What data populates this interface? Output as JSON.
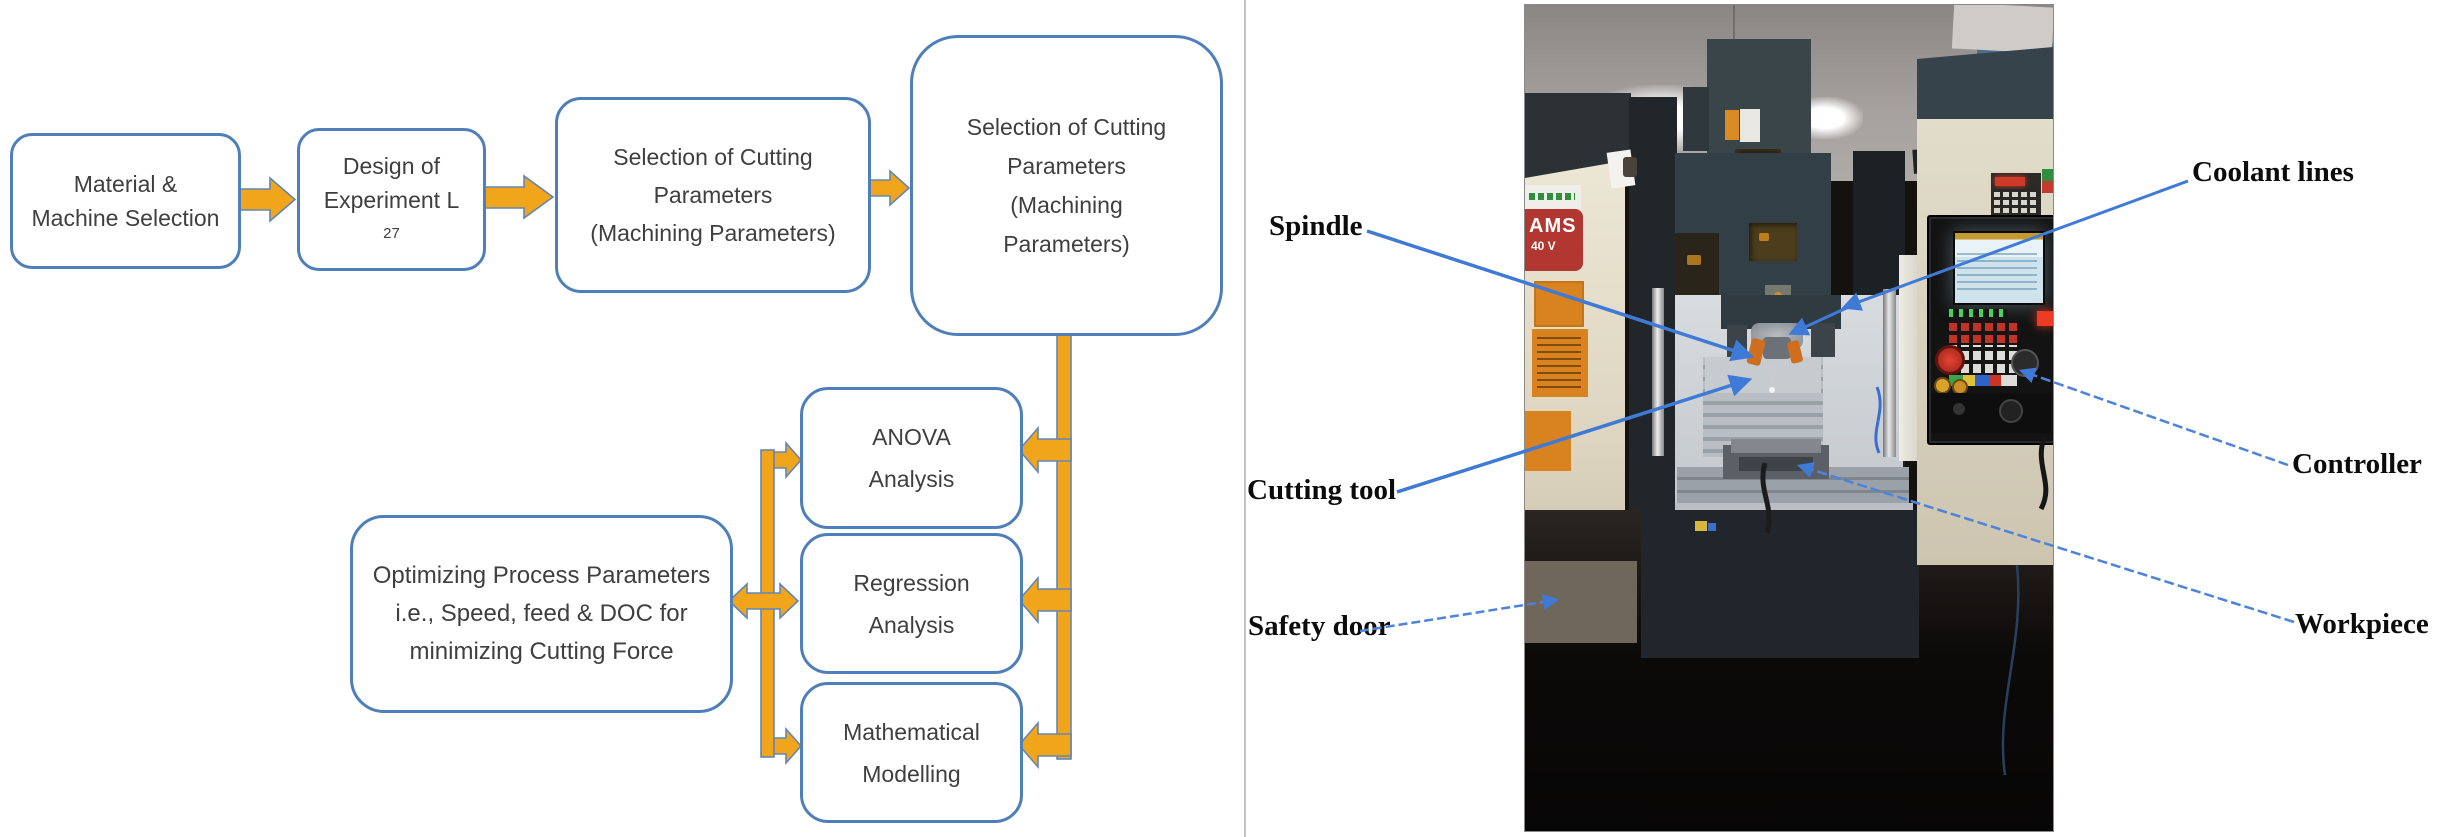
{
  "flowchart": {
    "material": {
      "lines": [
        "Material &",
        "Machine Selection"
      ]
    },
    "doe": {
      "line1": "Design of",
      "l2main": "Experiment L",
      "l2sub": "27"
    },
    "cp1": {
      "lines": [
        "Selection of Cutting",
        "Parameters",
        "(Machining Parameters)"
      ]
    },
    "cp2": {
      "lines": [
        "Selection of Cutting",
        "Parameters",
        "(Machining",
        "Parameters)"
      ]
    },
    "anova": {
      "lines": [
        "ANOVA",
        "Analysis"
      ]
    },
    "regression": {
      "lines": [
        "Regression",
        "Analysis"
      ]
    },
    "math": {
      "lines": [
        "Mathematical",
        "Modelling"
      ]
    },
    "optimize": {
      "lines": [
        "Optimizing Process Parameters",
        "i.e., Speed, feed & DOC for",
        "minimizing Cutting Force"
      ]
    },
    "colors": {
      "box_border": "#4f7fba",
      "arrow_fill": "#F0A51B",
      "arrow_outline": "#6286B5",
      "text": "#3F3F3F"
    }
  },
  "photo": {
    "labels": {
      "spindle": "Spindle",
      "coolant_lines": "Coolant lines",
      "cutting_tool": "Cutting tool",
      "controller": "Controller",
      "safety_door": "Safety door",
      "workpiece": "Workpiece"
    },
    "badge": {
      "brand": "AMS",
      "model": "40 V"
    },
    "annotation_color": "#3F7AD6"
  }
}
